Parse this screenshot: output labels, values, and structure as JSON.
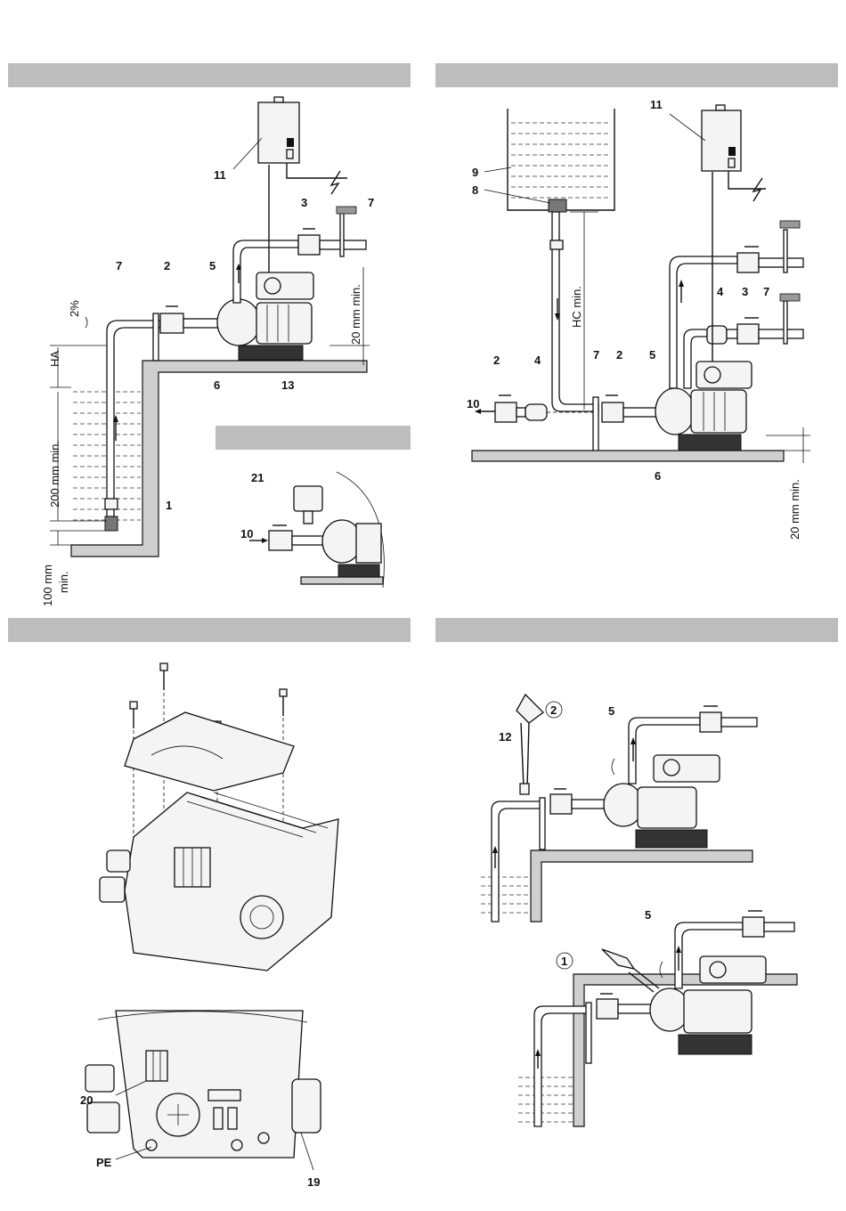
{
  "labels": {
    "p1": {
      "n1": "1",
      "n2": "2",
      "n3": "3",
      "n5": "5",
      "n6": "6",
      "n7a": "7",
      "n7b": "7",
      "n11": "11",
      "n13": "13",
      "slope": "2%",
      "ha": "HA",
      "d200": "200 mm min.",
      "d20": "20 mm min.",
      "d100a": "100 mm",
      "d100b": "min."
    },
    "p2": {
      "n21": "21",
      "n10": "10"
    },
    "p3": {
      "n11": "11",
      "n9": "9",
      "n8": "8",
      "hc": "HC min.",
      "n2a": "2",
      "n4a": "4",
      "n7a": "7",
      "n2b": "2",
      "n5": "5",
      "n10": "10",
      "n6": "6",
      "n4b": "4",
      "n3": "3",
      "n7b": "7",
      "d20": "20 mm min."
    },
    "p4": {
      "n20": "20",
      "pe": "PE",
      "n19": "19"
    },
    "p5": {
      "n5a": "5",
      "n12": "12",
      "c2": "2",
      "n5b": "5",
      "c1": "1"
    }
  },
  "colors": {
    "bar": "#bdbdbd",
    "ground": "#cfcfcf",
    "ink": "#111111"
  }
}
